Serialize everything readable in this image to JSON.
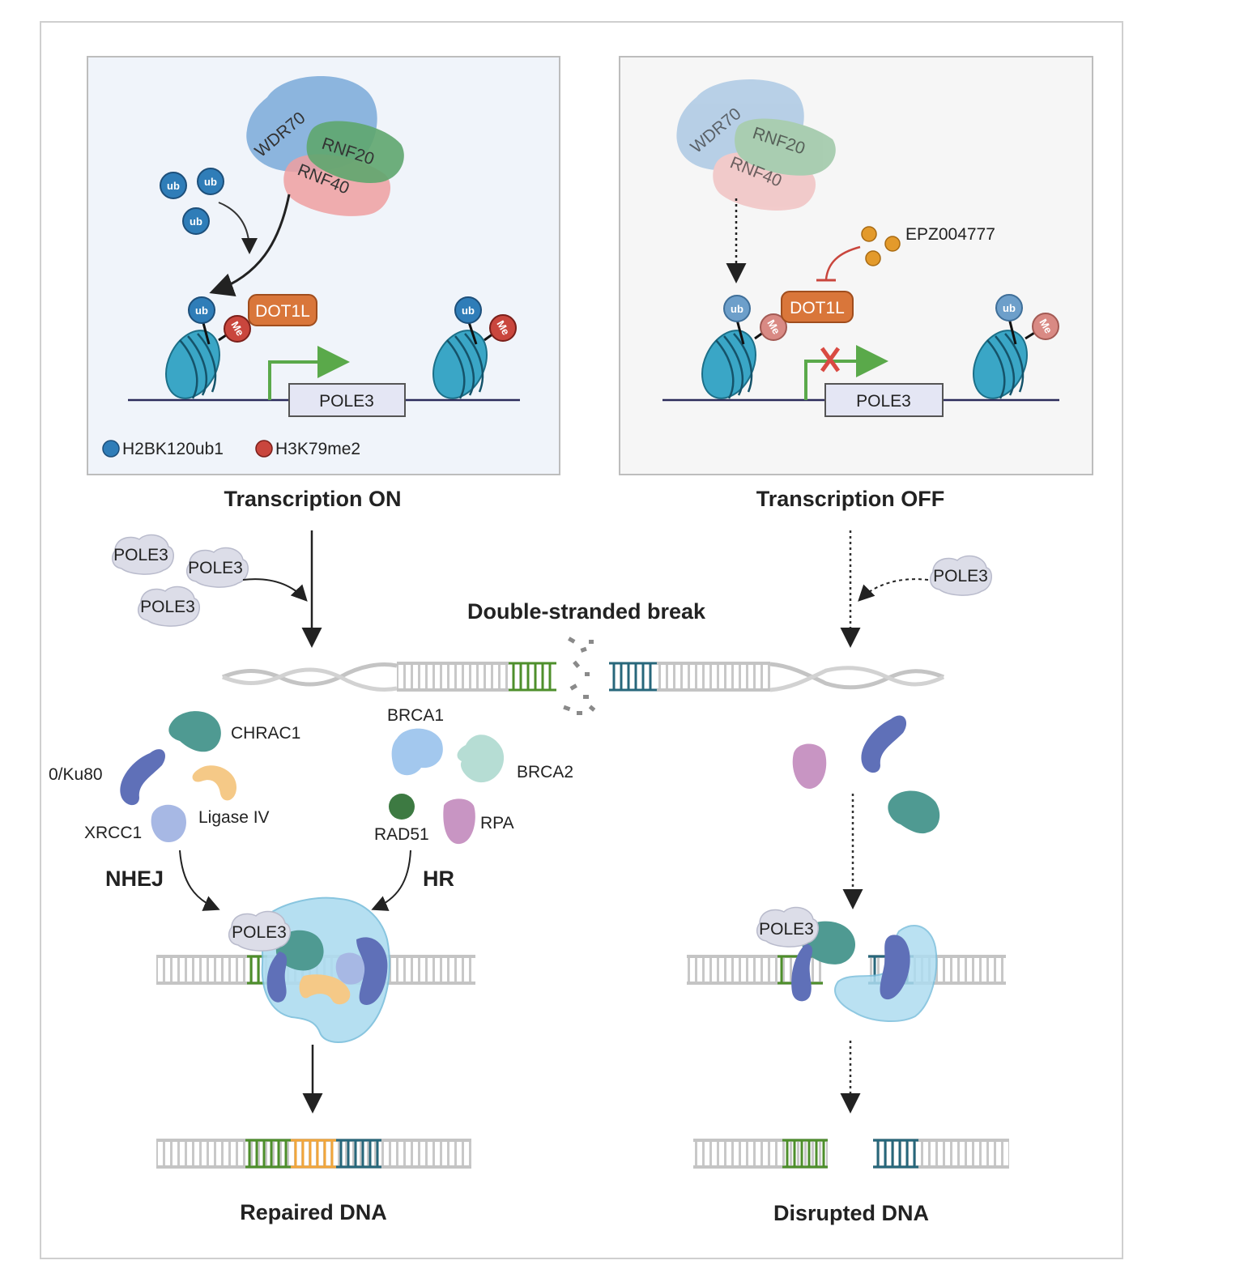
{
  "panel_on": {
    "complex": {
      "wdr70": "WDR70",
      "rnf20": "RNF20",
      "rnf40": "RNF40"
    },
    "ub_free": [
      "ub",
      "ub",
      "ub"
    ],
    "ub_mark": "ub",
    "me_mark": "Me",
    "dot1l": "DOT1L",
    "gene": "POLE3",
    "legend": {
      "blue": "H2BK120ub1",
      "red": "H3K79me2"
    },
    "caption": "Transcription ON"
  },
  "panel_off": {
    "complex": {
      "wdr70": "WDR70",
      "rnf20": "RNF20",
      "rnf40": "RNF40"
    },
    "inhibitor": "EPZ004777",
    "ub_mark": "ub",
    "me_mark": "Me",
    "dot1l": "DOT1L",
    "gene": "POLE3",
    "caption": "Transcription OFF"
  },
  "pole3_left": [
    "POLE3",
    "POLE3",
    "POLE3"
  ],
  "pole3_right": "POLE3",
  "dsb_label": "Double-stranded break",
  "nhej": {
    "label": "NHEJ",
    "proteins": {
      "chrac1": "CHRAC1",
      "ku": "0/Ku80",
      "ligase": "Ligase IV",
      "xrcc1": "XRCC1"
    }
  },
  "hr": {
    "label": "HR",
    "proteins": {
      "brca1": "BRCA1",
      "brca2": "BRCA2",
      "rad51": "RAD51",
      "rpa": "RPA"
    }
  },
  "repair_pole3_left": "POLE3",
  "repair_pole3_right": "POLE3",
  "result_left": "Repaired DNA",
  "result_right": "Disrupted DNA",
  "colors": {
    "ub": "#2f7db8",
    "me": "#c9463d",
    "dot1l": "#d9763a",
    "wdr70": "#7aa9d8",
    "rnf20": "#5ea66e",
    "rnf40": "#ee9fa0",
    "nucleosome": "#3aa6c6",
    "arrow_green": "#5aa94a",
    "dna_green": "#4e8f2b",
    "dna_teal": "#27677b",
    "dna_orange": "#f2a63b",
    "panel_on_bg": "#f0f4fa",
    "panel_off_bg": "#f6f6f6"
  }
}
